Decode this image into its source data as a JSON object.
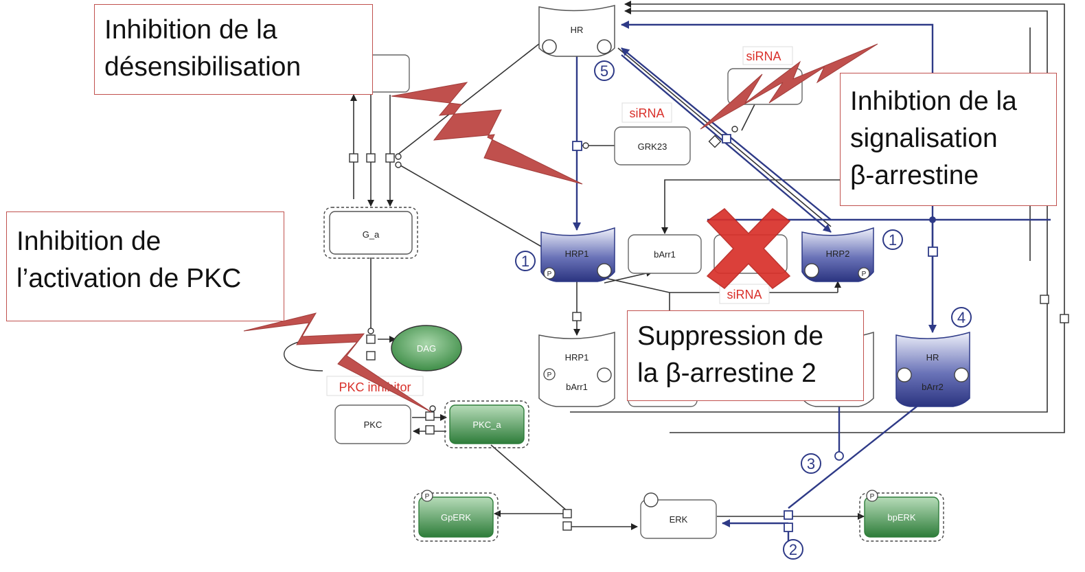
{
  "nodes": {
    "hr": "HR",
    "grk23": "GRK23",
    "sirna": "siRNA",
    "g_a": "G_a",
    "hrp1": "HRP1",
    "barr1": "bArr1",
    "hrp2": "HRP2",
    "p": "P",
    "hr_barr1_top": "HRP1",
    "hr_barr1_bottom": "bArr1",
    "hr_barr2_top": "HR",
    "hr_barr2_bottom": "bArr2",
    "dag": "DAG",
    "pkc": "PKC",
    "pkc_a": "PKC_a",
    "pkc_inhibitor": "PKC inhibitor",
    "erk": "ERK",
    "gperk": "GpERK",
    "bperk": "bpERK"
  },
  "steps": [
    "1",
    "1",
    "2",
    "3",
    "4",
    "5"
  ],
  "callouts": {
    "desens": [
      "Inhibition de la",
      "désensibilisation"
    ],
    "pkc": [
      "Inhibition de",
      "l’activation de PKC"
    ],
    "barrestin": [
      "Inhibtion de la",
      "signalisation",
      "β-arrestine"
    ],
    "suppression": [
      "Suppression de",
      "la β-arrestine 2"
    ]
  },
  "colors": {
    "blue": "#2e3a87",
    "green": "#2e7d3a",
    "bolt": "#c0504d",
    "cross": "#d9302a"
  }
}
